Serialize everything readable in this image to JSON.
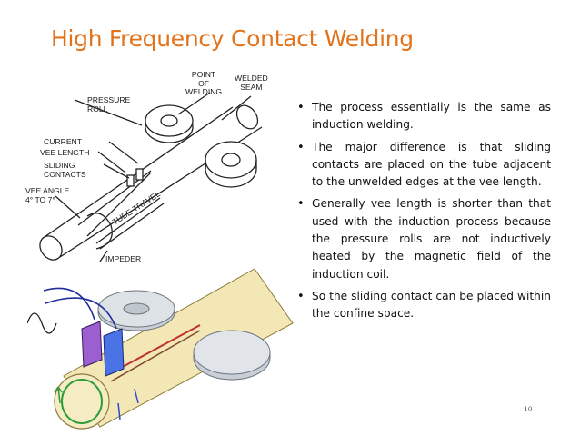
{
  "slide": {
    "title": "High Frequency Contact Welding",
    "page_number": "10"
  },
  "diagram": {
    "labels": {
      "point_line1": "POINT",
      "point_line2": "OF",
      "point_line3": "WELDING",
      "seam_line1": "WELDED",
      "seam_line2": "SEAM",
      "pressure_line1": "PRESSURE",
      "pressure_line2": "ROLL",
      "current": "CURRENT",
      "vee_length": "VEE LENGTH",
      "sliding_line1": "SLIDING",
      "sliding_line2": "CONTACTS",
      "vee_angle_line1": "VEE ANGLE",
      "vee_angle_line2": "4° TO 7°",
      "tube_travel": "TUBE TRAVEL",
      "impeder": "IMPEDER"
    }
  },
  "bullets": [
    "The process essentially is the same as induction welding.",
    "The major difference is that sliding contacts are placed on the tube adjacent to the unwelded edges at the vee length.",
    "Generally vee length is shorter than that used with the induction process because the pressure rolls are not inductively heated by the magnetic field of the induction coil.",
    "So the sliding contact can be placed within the confine space."
  ],
  "colors": {
    "title": "#e2731b",
    "tube_fill": "#f3e7b6",
    "contact_purple": "#9b5fd0",
    "contact_blue": "#4a73e6",
    "coil_green": "#2e9c3a"
  }
}
